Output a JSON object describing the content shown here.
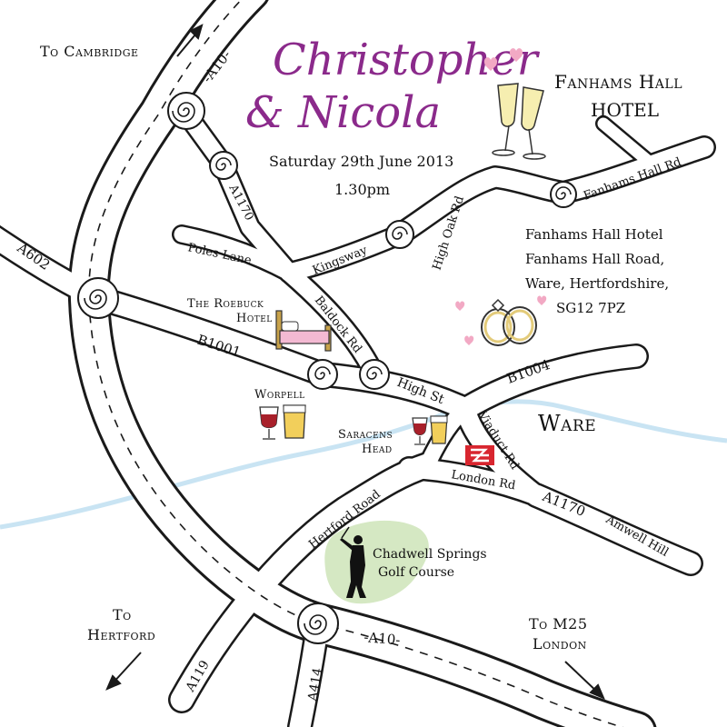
{
  "title": {
    "line1": "Christopher",
    "line2": "& Nicola",
    "date": "Saturday 29th June 2013",
    "time": "1.30pm"
  },
  "venue": {
    "name_line1": "Fanhams Hall",
    "name_line2": "HOTEL",
    "address": [
      "Fanhams Hall Hotel",
      "Fanhams Hall Road,",
      "Ware, Hertfordshire,",
      "SG12 7PZ"
    ]
  },
  "directions": {
    "to_cambridge": "To Cambridge",
    "to_hertford_1": "To",
    "to_hertford_2": "Hertford",
    "to_m25_1": "To M25",
    "to_m25_2": "London"
  },
  "roads": {
    "a10_top": "-A10-",
    "a10_bottom": "-A10-",
    "a1170_north": "A1170",
    "a602": "A602",
    "poles_lane": "Poles Lane",
    "kingsway": "Kingsway",
    "high_oak_rd": "High Oak Rd",
    "fanhams_hall_rd": "Fanhams Hall Rd",
    "baldock_rd": "Baldock Rd",
    "b1001": "B1001",
    "high_st": "High St",
    "b1004": "B1004",
    "viaduct_rd": "Viaduct Rd",
    "london_rd": "London Rd",
    "a1170_south": "A1170",
    "amwell_hill": "Amwell Hill",
    "hertford_road": "Hertford Road",
    "a119": "A119",
    "a414": "A414"
  },
  "places": {
    "roebuck_1": "The Roebuck",
    "roebuck_2": "Hotel",
    "worpell": "Worpell",
    "saracens_1": "Saracens",
    "saracens_2": "Head",
    "ware": "Ware",
    "golf_1": "Chadwell Springs",
    "golf_2": "Golf Course"
  },
  "colors": {
    "title": "#8b2a8b",
    "river": "#c9e4f3",
    "golf_green": "#d5e8c3",
    "heart_pink": "#f2a9c4",
    "bed_gold": "#c8a24a",
    "rail_red": "#d8262f"
  }
}
